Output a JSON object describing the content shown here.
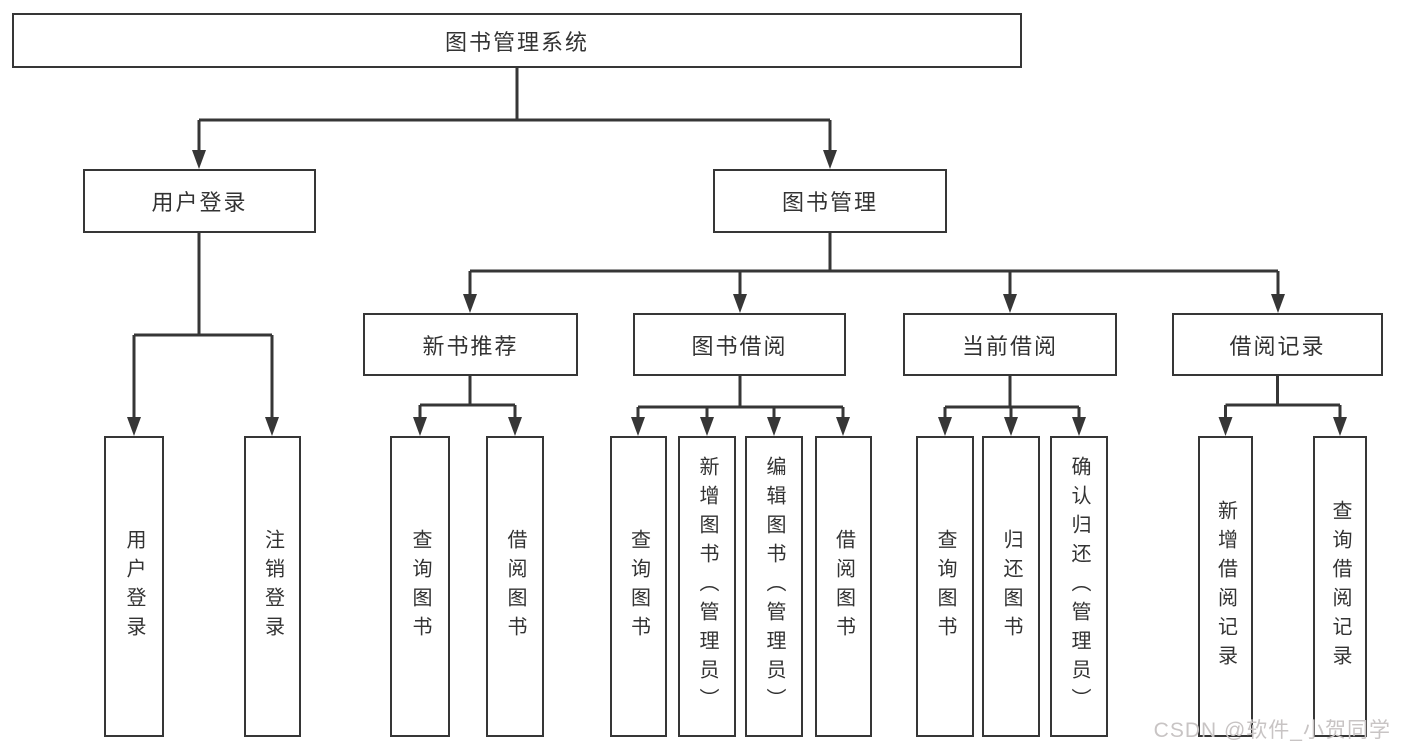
{
  "diagram_title": "图书管理系统",
  "nodes": {
    "root": "图书管理系统",
    "user_login": "用户登录",
    "book_mgmt": "图书管理",
    "new_book_rec": "新书推荐",
    "book_borrow": "图书借阅",
    "current_borrow": "当前借阅",
    "borrow_records": "借阅记录",
    "leaf_user_login": "用户登录",
    "leaf_logout": "注销登录",
    "leaf_rec_query": "查询图书",
    "leaf_rec_borrow": "借阅图书",
    "leaf_bb_query": "查询图书",
    "leaf_bb_add": "新增图书（管理员）",
    "leaf_bb_edit": "编辑图书（管理员）",
    "leaf_bb_borrow": "借阅图书",
    "leaf_cb_query": "查询图书",
    "leaf_cb_return": "归还图书",
    "leaf_cb_confirm": "确认归还（管理员）",
    "leaf_br_add": "新增借阅记录",
    "leaf_br_query": "查询借阅记录"
  },
  "watermark": {
    "text": "CSDN @软件_小贺同学"
  },
  "colors": {
    "line": "#363636",
    "text": "#333333",
    "background": "#ffffff",
    "watermark": "#c8c4c4"
  }
}
